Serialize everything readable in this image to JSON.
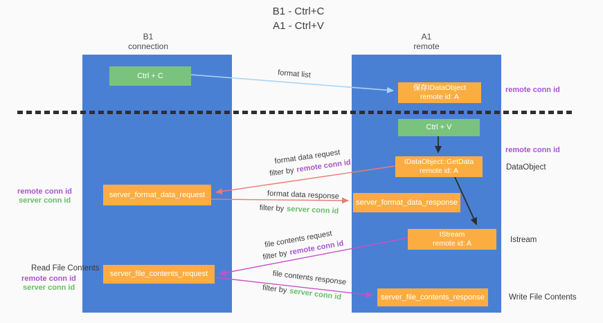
{
  "title": {
    "line1": "B1 - Ctrl+C",
    "line2": "A1 - Ctrl+V"
  },
  "lanes": {
    "left": {
      "title": "B1",
      "subtitle": "connection"
    },
    "right": {
      "title": "A1",
      "subtitle": "remote"
    }
  },
  "nodes": {
    "ctrl_c": {
      "label": "Ctrl + C"
    },
    "save_idataobject": {
      "line1": "保存IDataObject",
      "line2": "remote id: A"
    },
    "ctrl_v": {
      "label": "Ctrl + V"
    },
    "getdata": {
      "line1": "IDataObject::GetData",
      "line2": "remote id: A"
    },
    "server_format_data_request": {
      "label": "server_format_data_request"
    },
    "server_format_data_response": {
      "label": "server_format_data_response"
    },
    "istream": {
      "line1": "IStream",
      "line2": "remote id: A"
    },
    "server_file_contents_request": {
      "label": "server_file_contents_request"
    },
    "server_file_contents_response": {
      "label": "server_file_contents_response"
    }
  },
  "right_labels": {
    "remote_conn_id_1": "remote conn id",
    "remote_conn_id_2": "remote conn id",
    "dataobject": "DataObject",
    "istream": "Istream",
    "write_file_contents": "Write File Contents"
  },
  "left_labels": {
    "remote_conn_id_1": "remote conn id",
    "server_conn_id_1": "server conn id",
    "read_file_contents": "Read File Contents",
    "remote_conn_id_2": "remote conn id",
    "server_conn_id_2": "server conn id"
  },
  "arrows": {
    "format_list": {
      "label": "format list"
    },
    "format_data_request": {
      "label": "format data request",
      "filter_prefix": "filter by",
      "filter_key": "remote conn id"
    },
    "format_data_response": {
      "label": "format data response",
      "filter_prefix": "filter by",
      "filter_key": "server conn id"
    },
    "file_contents_request": {
      "label": "file contents request",
      "filter_prefix": "filter by",
      "filter_key": "remote conn id"
    },
    "file_contents_response": {
      "label": "file contents response",
      "filter_prefix": "filter by",
      "filter_key": "server conn id"
    }
  },
  "colors": {
    "lane_blue": "#4a80d4",
    "node_orange": "#fbad42",
    "node_green": "#7ac37e",
    "arrow_light_blue": "#a9d5f5",
    "arrow_salmon": "#ed7a73",
    "arrow_magenta": "#c94fc9",
    "arrow_black": "#2d2d2d",
    "label_purple": "#a855cd",
    "label_green": "#67bd6b"
  }
}
